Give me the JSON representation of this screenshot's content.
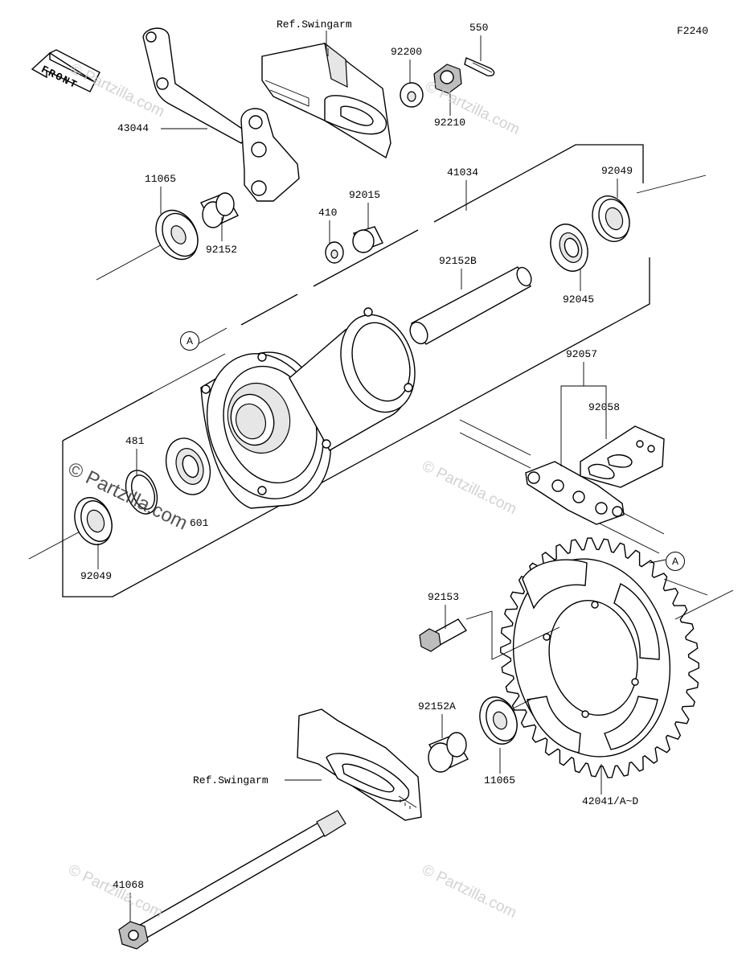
{
  "diagram_code": "F2240",
  "front_label": "FRONT",
  "watermark": "© Partzilla.com",
  "ref_labels": {
    "top": "Ref.Swingarm",
    "bottom": "Ref.Swingarm"
  },
  "callouts": {
    "a1": "A",
    "a2": "A"
  },
  "parts": {
    "p550": "550",
    "p92200": "92200",
    "p92210": "92210",
    "p43044": "43044",
    "p11065_top": "11065",
    "p92152": "92152",
    "p410": "410",
    "p92015": "92015",
    "p41034": "41034",
    "p92049_top": "92049",
    "p92152B": "92152B",
    "p92045": "92045",
    "p92057": "92057",
    "p92058": "92058",
    "p481": "481",
    "p601": "601",
    "p92049_bot": "92049",
    "p92153": "92153",
    "p92152A": "92152A",
    "p11065_bot": "11065",
    "p42041": "42041/A~D",
    "p41068": "41068"
  }
}
